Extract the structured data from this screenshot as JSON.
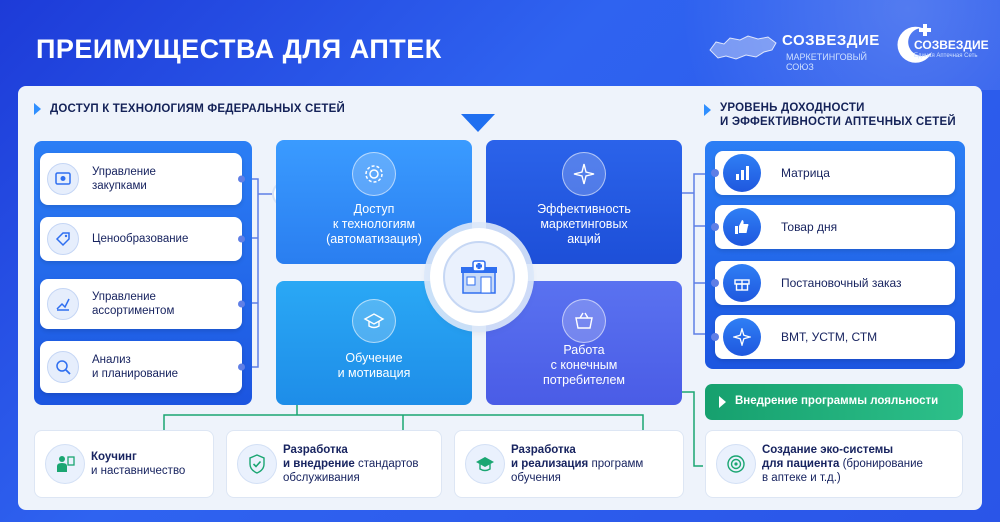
{
  "header": {
    "title": "ПРЕИМУЩЕСТВА ДЛЯ АПТЕК",
    "logo1": {
      "name": "СОЗВЕЗДИЕ",
      "sub": "МАРКЕТИНГОВЫЙ СОЮЗ"
    },
    "logo2": {
      "name": "СОЗВЕЗДИЕ",
      "sub": "Единая Аптечная Сеть"
    }
  },
  "sections": {
    "left_heading": "ДОСТУП К ТЕХНОЛОГИЯМ ФЕДЕРАЛЬНЫХ СЕТЕЙ",
    "right_heading_line1": "УРОВЕНЬ ДОХОДНОСТИ",
    "right_heading_line2": "И ЭФФЕКТИВНОСТИ АПТЕЧНЫХ СЕТЕЙ"
  },
  "left_items": [
    {
      "line1": "Управление",
      "line2": "закупками",
      "icon": "procurement-icon"
    },
    {
      "line1": "Ценообразование",
      "line2": "",
      "icon": "price-tag-icon"
    },
    {
      "line1": "Управление",
      "line2": "ассортиментом",
      "icon": "assortment-icon"
    },
    {
      "line1": "Анализ",
      "line2": "и планирование",
      "icon": "analysis-icon"
    }
  ],
  "center_cards": {
    "tech": {
      "line1": "Доступ",
      "line2": "к технологиям",
      "line3": "(автоматизация)",
      "icon": "gear-icon"
    },
    "marketing": {
      "line1": "Эффективность",
      "line2": "маркетинговых",
      "line3": "акций",
      "icon": "star-icon"
    },
    "training": {
      "line1": "Обучение",
      "line2": "и мотивация",
      "icon": "graduation-cap-icon"
    },
    "consumer": {
      "line1": "Работа",
      "line2": "с конечным",
      "line3": "потребителем",
      "icon": "basket-icon"
    },
    "hub_icon": "pharmacy-icon"
  },
  "right_items": [
    {
      "label": "Матрица",
      "icon": "bar-chart-icon"
    },
    {
      "label": "Товар дня",
      "icon": "thumbs-up-icon"
    },
    {
      "label": "Постановочный заказ",
      "icon": "gift-icon"
    },
    {
      "label": "ВМТ, УСТМ, СТМ",
      "icon": "star-icon"
    }
  ],
  "loyalty": {
    "label": "Внедрение программы лояльности"
  },
  "bottom_items": [
    {
      "bold1": "Коучинг",
      "rest1": "",
      "line2": "и наставничество",
      "line3": "",
      "icon": "coach-icon"
    },
    {
      "bold1": "Разработка",
      "rest1": "",
      "line2b": "и внедрение",
      "line2": " стандартов",
      "line3": "обслуживания",
      "icon": "standards-icon"
    },
    {
      "bold1": "Разработка",
      "rest1": "",
      "line2b": "и реализация",
      "line2": " программ",
      "line3": "обучения",
      "icon": "education-icon"
    },
    {
      "bold1": "Создание эко-системы",
      "line2b": "для пациента",
      "line2": " (бронирование",
      "line3": "в аптеке и т.д.)",
      "icon": "target-icon"
    }
  ],
  "colors": {
    "brand_blue": "#1f5fe8",
    "accent_green": "#1aa672",
    "panel_bg": "#eef3fb"
  }
}
